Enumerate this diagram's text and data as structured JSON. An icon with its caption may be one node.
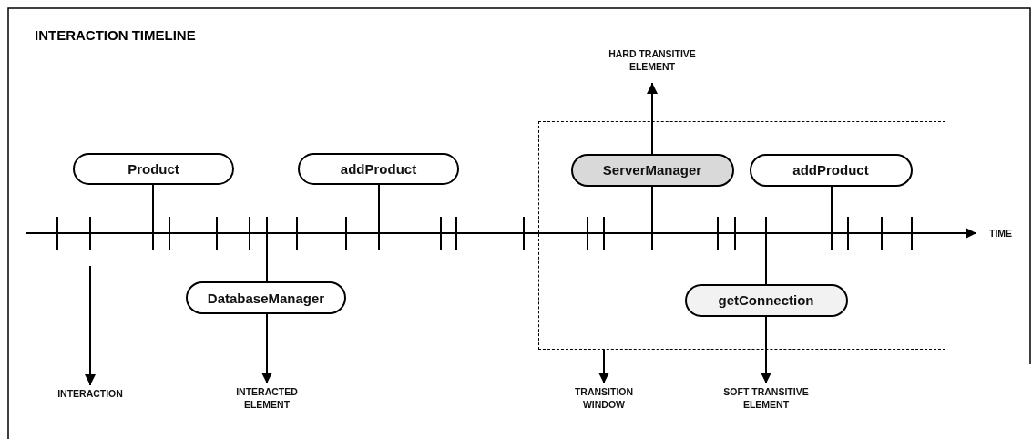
{
  "diagram": {
    "title": "INTERACTION TIMELINE",
    "nodes": [
      {
        "text": [
          "HARD TRANSITIVE ELEMENT"
        ]
      },
      {
        "text": [
          "Product"
        ]
      },
      {
        "text": [
          "addProduct"
        ]
      },
      {
        "text": [],
        "shape": "box"
      },
      {
        "text": [
          "ServerManager"
        ],
        "in": 3
      },
      {
        "text": [
          "addProduct"
        ],
        "in": 3
      },
      {
        "text": [
          "getConnection"
        ],
        "in": 3
      },
      {
        "text": [
          "DatabaseManager"
        ]
      },
      {
        "text": [
          "INTERACTION"
        ]
      },
      {
        "text": [
          "INTERACTED ELEMENT"
        ]
      },
      {
        "text": [
          "TRANSITION WINDOW"
        ]
      },
      {
        "text": [
          "SOFT TRANSITIVE ELEMENT"
        ]
      }
    ],
    "edges": [
      {
        "from": null,
        "to": 8,
        "arrow": "to"
      },
      {
        "from": 1,
        "to": null,
        "arrow": "none"
      },
      {
        "from": 2,
        "to": null,
        "arrow": "none"
      },
      {
        "from": 7,
        "to": null,
        "arrow": "none"
      },
      {
        "from": 7,
        "to": 9,
        "arrow": "to"
      },
      {
        "from": 4,
        "to": 0,
        "arrow": "to"
      },
      {
        "from": 4,
        "to": null,
        "arrow": "none"
      },
      {
        "from": 5,
        "to": null,
        "arrow": "none"
      },
      {
        "from": 6,
        "to": null,
        "arrow": "none"
      },
      {
        "from": 6,
        "to": 11,
        "arrow": "to"
      },
      {
        "from": 3,
        "to": 10,
        "arrow": "to"
      }
    ],
    "labels": [
      "TIME"
    ]
  }
}
